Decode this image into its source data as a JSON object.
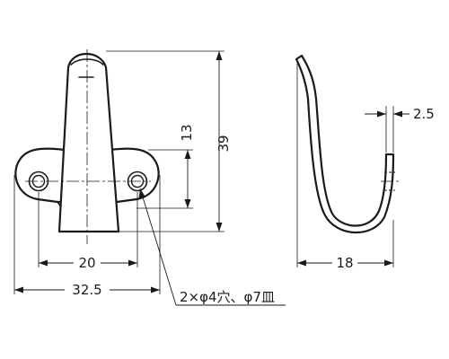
{
  "dimensions": {
    "total_height": "39",
    "hole_offset": "13",
    "hole_spacing": "20",
    "overall_width": "32.5",
    "wire_thickness": "2.5",
    "hook_depth": "18"
  },
  "note": {
    "holes": "2×φ4穴、φ7皿"
  }
}
